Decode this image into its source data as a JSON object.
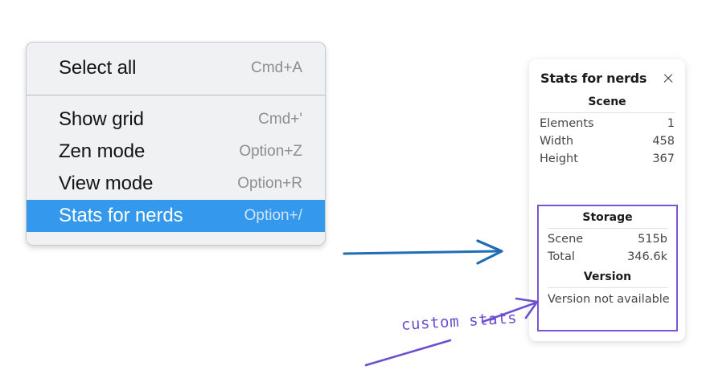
{
  "menu": {
    "groups": [
      {
        "items": [
          {
            "label": "Select all",
            "shortcut": "Cmd+A",
            "selected": false
          }
        ]
      },
      {
        "items": [
          {
            "label": "Show grid",
            "shortcut": "Cmd+'",
            "selected": false
          },
          {
            "label": "Zen mode",
            "shortcut": "Option+Z",
            "selected": false
          },
          {
            "label": "View mode",
            "shortcut": "Option+R",
            "selected": false
          },
          {
            "label": "Stats for nerds",
            "shortcut": "Option+/",
            "selected": true
          }
        ]
      }
    ]
  },
  "stats_panel": {
    "title": "Stats for nerds",
    "close_icon": "close-icon",
    "scene": {
      "heading": "Scene",
      "rows": [
        {
          "key": "Elements",
          "value": "1"
        },
        {
          "key": "Width",
          "value": "458"
        },
        {
          "key": "Height",
          "value": "367"
        }
      ]
    },
    "storage": {
      "heading": "Storage",
      "rows": [
        {
          "key": "Scene",
          "value": "515b"
        },
        {
          "key": "Total",
          "value": "346.6k"
        }
      ]
    },
    "version": {
      "heading": "Version",
      "note": "Version not available"
    }
  },
  "annotations": {
    "handwritten_label": "custom stats",
    "arrow_color_blue": "#1f6db5",
    "arrow_color_purple": "#6c4fd0"
  },
  "colors": {
    "menu_background": "#f0f1f3",
    "menu_highlight": "#3498ec",
    "highlight_box_border": "#7b55d6",
    "page_background": "#ffffff"
  }
}
